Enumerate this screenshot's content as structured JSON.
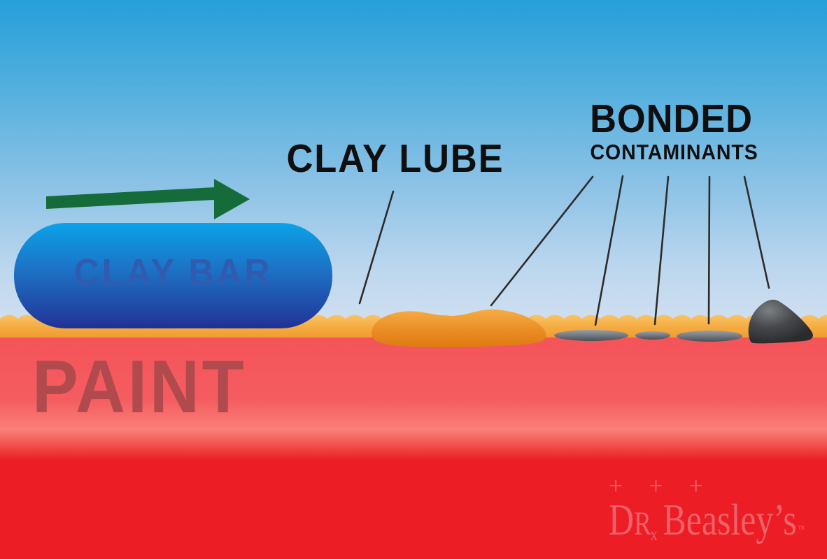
{
  "labels": {
    "clay_bar": "CLAY BAR",
    "clay_lube": "CLAY LUBE",
    "bonded_title": "BONDED",
    "bonded_subtitle": "CONTAMINANTS",
    "paint": "PAINT"
  },
  "watermark": {
    "plusses": "+ + +",
    "brand_d": "D",
    "brand_r": "R",
    "brand_x": "x",
    "brand_rest": "Beasley’s",
    "trademark": "™"
  },
  "colors": {
    "sky_top": "#269fd9",
    "sky_bottom": "#d6e1f1",
    "clay_bar_top": "#0aa3e9",
    "clay_bar_bottom": "#1e3095",
    "clay_bar_text": "#2f5cb0",
    "lube_film_top": "#f9c466",
    "lube_film_bottom": "#f09c30",
    "lube_blob_top": "#f6ac44",
    "lube_blob_bottom": "#de7a10",
    "paint_top": "#f4545a",
    "paint_band": "#fa8078",
    "paint_bottom": "#ec1d25",
    "paint_text": "#b04a4c",
    "contaminant_flat": "#5a5f64",
    "contaminant_rock": "#2e2f31",
    "arrow_green": "#156c3a",
    "label_text": "#0f0f10",
    "leader_line": "#2d2b2a",
    "watermark_text": "#ef6168"
  }
}
